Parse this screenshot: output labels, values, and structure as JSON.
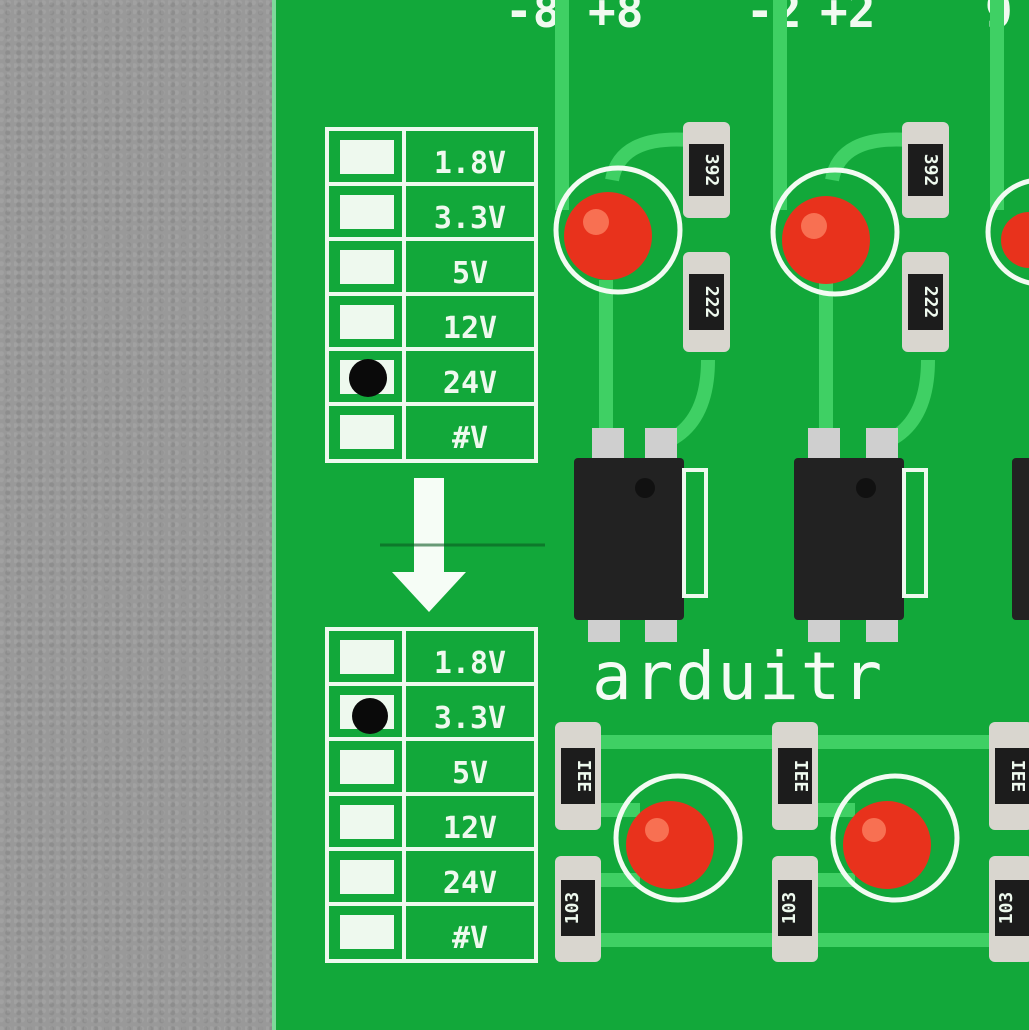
{
  "scene": {
    "top_labels": [
      "-8",
      "+8",
      "-2",
      "+2",
      "9"
    ],
    "voltage_table_1": {
      "rows": [
        "1.8V",
        "3.3V",
        "5V",
        "12V",
        "24V",
        "#V"
      ],
      "marked": "24V"
    },
    "voltage_table_2": {
      "rows": [
        "1.8V",
        "3.3V",
        "5V",
        "12V",
        "24V",
        "#V"
      ],
      "marked": "3.3V"
    },
    "brand_text": "arduitr",
    "resistor_codes": {
      "upper_a": "392",
      "lower_a": "222",
      "upper_b": "392",
      "lower_b": "222",
      "bottom_top": "IEE",
      "bottom_bottom": "103"
    },
    "colors": {
      "pcb_green": "#12a83a",
      "silkscreen": "#eef9ee",
      "led_red": "#e8321c",
      "chip_black": "#222222"
    }
  }
}
